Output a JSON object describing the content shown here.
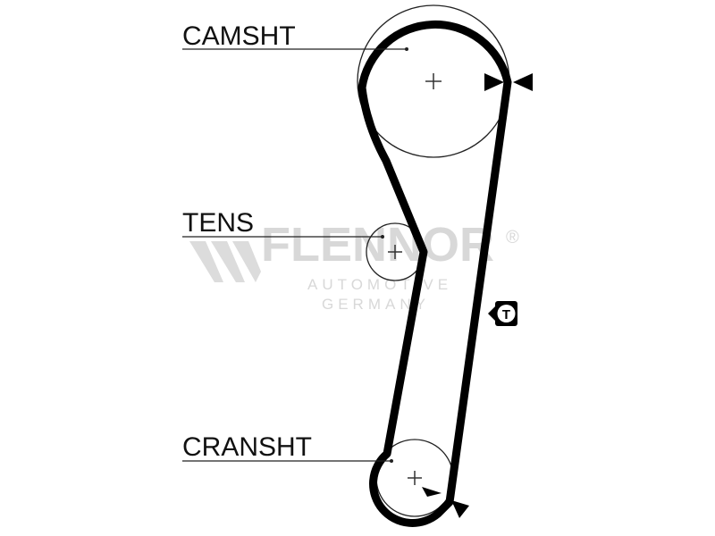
{
  "labels": {
    "camshaft": "CAMSHT",
    "tensioner": "TENS",
    "crankshaft": "CRANSHT"
  },
  "timing_mark_symbol": "T",
  "watermark": {
    "brand": "FLENNOR",
    "registered": "®",
    "line1": "AUTOMOTIVE",
    "line2": "GERMANY"
  },
  "colors": {
    "belt": "#000000",
    "text": "#111111",
    "watermark": "#d8d8d8"
  }
}
